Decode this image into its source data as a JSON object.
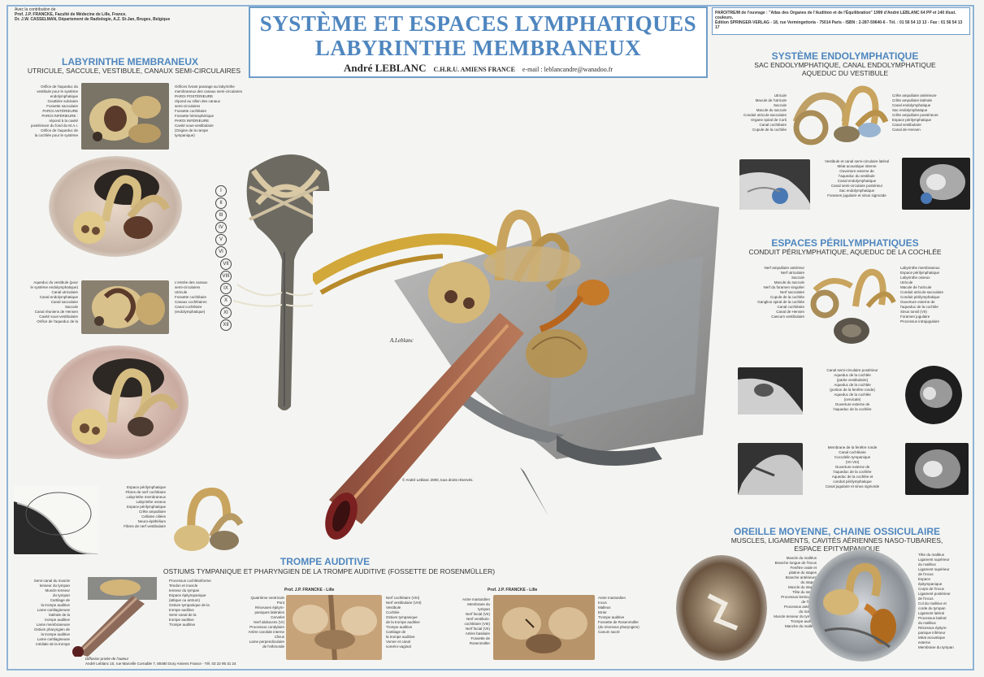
{
  "header": {
    "title_line1": "SYSTÈME ET ESPACES LYMPHATIQUES",
    "title_line2": "LABYRINTHE MEMBRANEUX",
    "author": "André LEBLANC",
    "affiliation": "C.H.R.U. AMIENS FRANCE",
    "email": "e-mail : leblancandre@wanadoo.fr"
  },
  "contributors": {
    "intro": "Avec la contribution de",
    "line1": "Prof. J.P. FRANCKE, Faculté de Médecine de Lille, France.",
    "line2": "Dr. J.W. CASSELMAN, Département de Radiologie, A.Z. St-Jan, Bruges, Belgique"
  },
  "publisher": {
    "line1": "PAROITRE/M de l'ouvrage : \"Atlas des Organes de l'Audition et de l'Équilibration\" 1999 d'André LEBLANC 64 PP et 140 illust. couleurs.",
    "line2": "Édition SPRINGER-VERLAG - 18, rue Vermingettoria - 75014 Paris - ISBN : 2-287-59640-6 - Tél. : 01 56 54 13 13 - Fax : 01 56 54 13 17"
  },
  "sections": {
    "labyrinthe": {
      "title": "LABYRINTHE MEMBRANEUX",
      "subtitle": "UTRICULE, SACCULE, VESTIBULE, CANAUX SEMI-CIRCULAIRES"
    },
    "endolymph": {
      "title": "SYSTÈME ENDOLYMPHATIQUE",
      "subtitle1": "SAC ENDOLYMPHATIQUE, CANAL ENDOLYMPHATIQUE",
      "subtitle2": "AQUEDUC DU VESTIBULE"
    },
    "perilymph": {
      "title": "ESPACES PÉRILYMPHATIQUES",
      "subtitle": "CONDUIT PÉRILYMPHATIQUE, AQUEDUC DE LA COCHLÉE"
    },
    "trompe": {
      "title": "TROMPE AUDITIVE",
      "subtitle": "OSTIUMS TYMPANIQUE ET PHARYNGIEN DE LA TROMPE AUDITIVE (FOSSETTE DE ROSENMÜLLER)"
    },
    "oreille": {
      "title": "OREILLE MOYENNE, CHAINE OSSICULAIRE",
      "subtitle1": "MUSCLES, LIGAMENTS, CAVITÉS AÉRIENNES NASO-TUBAIRES,",
      "subtitle2": "ESPACE EPITYMPANIQUE"
    }
  },
  "labels": {
    "lab_a_left": [
      "Orifice de l'aqueduc du",
      "vestibule pour le système",
      "endolymphatique",
      "Gouttière sulcitaire",
      "Fossette sacculaire",
      "PAROI ANTÉRIEURE",
      "PAROI INFÉRIEURE :",
      "répond à la cavité",
      "postérieure du fond du M.A.I.",
      "Orifice de l'aqueduc de",
      "la cochlée pour le système"
    ],
    "lab_a_right": [
      "Orifices livrant passage au labyrinthe",
      "membraneux des canaux semi-circulaires",
      "PAROI POSTÉRIEURE",
      "répond au sillon des canaux",
      "semi-circulaires",
      "Fossette cochléaire",
      "Fossette hémisphérique",
      "PAROI INFÉRIEURE",
      "Cavité sous-vestibulaire",
      "(Origine de la rampe",
      "tympanique)"
    ],
    "lab_b_left": [
      "Aqueduc du vestibule (pour",
      "le système endolymphatique)",
      "Canal utriculaire",
      "Canal endolymphatique",
      "Canal sacculaire",
      "Saccule",
      "Canal réuniens de Hensen",
      "Cavité sous-vestibulaire",
      "Orifice de l'aqueduc de la"
    ],
    "lab_b_right": [
      "L'entrée des canaux",
      "semi-circulaires",
      "Utricule",
      "Fossette cochléaire",
      "Canaux cochléaires",
      "Canal cochléaire",
      "(endolymphatique)"
    ],
    "lab_c_right": [
      "Espace périlymphatique",
      "Fibres de nerf cochléaire",
      "Labyrinthe membraneux",
      "Labyrinthe osseux",
      "Espace périlymphatique",
      "Crête ampullaire",
      "Cellules ciliées",
      "Neuro-épithélium",
      "Fibres de nerf vestibulaire"
    ],
    "roman": [
      "I",
      "II",
      "III",
      "IV",
      "V",
      "VI",
      "VII",
      "VIII",
      "IX",
      "X",
      "XI",
      "XII"
    ],
    "endo_left": [
      "Utricule",
      "Macule de l'utricule",
      "Saccule",
      "Macule du saccule",
      "Conduit utriculo-sacculaire",
      "Organe spiral de Corti",
      "Canal cochléaire",
      "Cupule de la cochlée"
    ],
    "endo_right": [
      "Crête ampullaire antérieure",
      "Crête ampullaire latérale",
      "Canal endolymphatique",
      "Sac endolymphatique",
      "Crête ampullaire postérieure",
      "Espace périlymphatique",
      "Canal vestibulaire",
      "Canal de Hensen"
    ],
    "endo_mid": [
      "Vestibule et canal semi-circulaire latéral",
      "Méat acoustique interne",
      "Ouverture externe de",
      "l'aqueduc du vestibule",
      "Canal endolymphatique",
      "Canal semi-circulaire postérieur",
      "Sac endolymphatique",
      "Foramen jugulaire et sinus sigmoïde"
    ],
    "peri_left": [
      "Nerf ampullaire antérieur",
      "Nerf utriculaire",
      "Saccule",
      "Macule du saccule",
      "Nerf du foramen singulier",
      "Nerf sacculaire",
      "Cupule de la cochlée",
      "Ganglion spiral de la cochlée",
      "Canal cochléaire",
      "Canal de Hensen",
      "Caecum vestibulaire"
    ],
    "peri_right": [
      "Labyrinthe membraneux",
      "Espace périlymphatique",
      "Labyrinthe osseux",
      "Utricule",
      "Macule de l'utricule",
      "Conduit utriculo-sacculaire",
      "Conduit périlymphatique",
      "Ouverture externe de",
      "l'aqueduc de la cochlée",
      "Sinus tonsil (VII)",
      "Foramen jugulaire",
      "Processus intrajugulaire"
    ],
    "peri_mid1": [
      "Canal semi-circulaire postérieur",
      "Aqueduc de la cochlée",
      "(partie vestibulaire)",
      "Aqueduc de la cochlée",
      "(portion de la fenêtre ronde)",
      "Aqueduc de la cochlée",
      "(cervicale)",
      "Ouverture externe de",
      "l'aqueduc de la cochlée"
    ],
    "peri_mid2": [
      "Membrane de la fenêtre ronde",
      "Canal cochléaire",
      "Coccdelin tympanique",
      "(VII VIII)",
      "Ouverture externe de",
      "l'aqueduc de la cochlée",
      "Aqueduc de la cochlée et",
      "conduit périlymphatique",
      "Canal jugulaire et sinus sigmoïde"
    ],
    "trompe_left": [
      "Semi-canal du muscle",
      "tenseur du tympan",
      "Muscle tenseur",
      "du tympan",
      "Cartilage de",
      "la trompe auditive",
      "Lame cartilagineuse",
      "latérale de la",
      "trompe auditive",
      "Lame membraneuse",
      "Ostium pharyngien de",
      "la trompe auditive",
      "Lame cartilagineuse",
      "médiale de la trompe"
    ],
    "trompe_right": [
      "Processus cochléariforme",
      "Tendon et muscle",
      "tenseur du tympan",
      "Espace épitympanique",
      "(attique ou antrum)",
      "Ostium tympanique de la",
      "trompe auditive",
      "Semi-canal de la",
      "trompe auditive",
      "Trompe auditive"
    ],
    "trompe_mid_left": [
      "Quatrième ventricule",
      "Pont",
      "Réceuses épitym-",
      "paniques latérales",
      "Cervelet",
      "Nerf abducens (VI)",
      "Processus condylaire",
      "Artère carotide interne",
      "Clivus",
      "Lame perpendiculaire",
      "de l'ethmoïde"
    ],
    "trompe_mid_right": [
      "Nerf cochléaire (VIII)",
      "Nerf vestibulaire (VIII)",
      "Vestibule",
      "Cochlée",
      "Ostium tympanique",
      "de la trompe auditive",
      "Trompe auditive",
      "Cartilage de",
      "la trompe auditive",
      "Vomer et canal",
      "voméro-vaginal"
    ],
    "trompe_r_left": [
      "Antre mastoïdien",
      "Membrane du",
      "tympan",
      "Nerf facial (VII)",
      "Nerf vestibulo-",
      "cochléaire (VIII)",
      "Nerf facial (VII)",
      "Artère basilaire",
      "Fossette de",
      "Rosenmüller"
    ],
    "trompe_r_right": [
      "Antre mastoïdien",
      "Incus",
      "Malleus",
      "Etrier",
      "Trompe auditive",
      "Fossette de Rosenmüller",
      "(du récessus pharyngien)",
      "Canum sacré"
    ],
    "oreille_left": [
      "Muscle du malléus",
      "Branche longue de l'incus",
      "Fenêtre ovale et",
      "platine du stapes",
      "Branche antérieure",
      "du stapes",
      "Muscle du stapes",
      "Tête du stapes",
      "Processus lenticulaire",
      "de l'incus",
      "Processus antérieur",
      "du malléus",
      "Muscle tenseur du tympan",
      "Trompe auditive",
      "Manche du malléus"
    ],
    "oreille_right": [
      "Tête du malléus",
      "Ligament supérieur",
      "du malléus",
      "Ligament supérieur",
      "de l'incus",
      "Espace",
      "épitympanique",
      "Corps de l'incus",
      "Ligament postérieur",
      "de l'incus",
      "Col du malléus et",
      "corde du tympan",
      "Ligament latéral",
      "Processus latéral",
      "du malléus",
      "Récessus épitym-",
      "panique inférieur",
      "Méat acoustique",
      "externe",
      "Membrane du tympan"
    ],
    "copyright": "© André Leblanc 2000, tous droits réservés.",
    "prof_francke": "Prof. J.P. FRANCKE - Lille",
    "diffusion": "Diffusion privée de l'auteur",
    "diffusion_addr": "André Leblanc 10, rue Marcelle Cornable 7, 80480 Dury Amiens France - Tél. 03 22 95 31 24"
  },
  "colors": {
    "title_blue": "#4f86bf",
    "frame_blue": "#8fb3d6",
    "bone_tan": "#c9a45e",
    "bone_light": "#e3c98b",
    "tissue_grey": "#8d8f90"
  }
}
